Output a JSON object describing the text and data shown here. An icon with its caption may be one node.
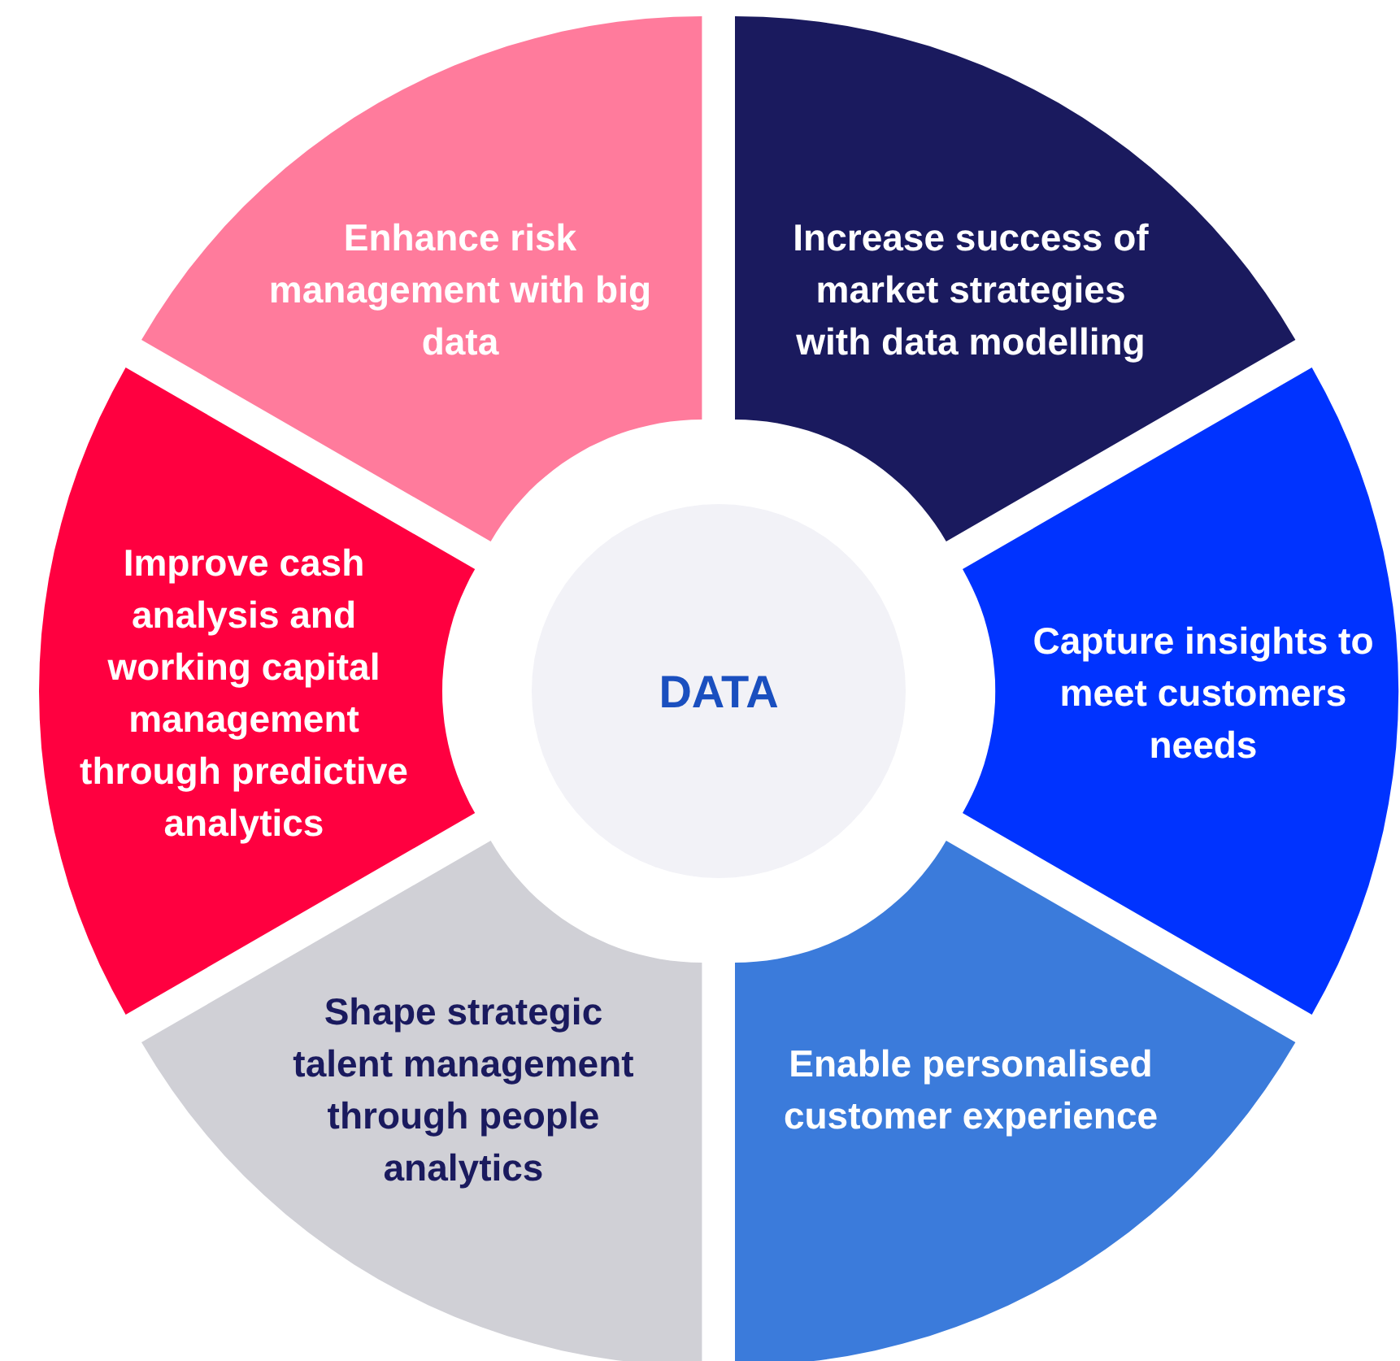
{
  "diagram": {
    "nodes": [
      {
        "text": [
          "Enhance risk management with big data"
        ]
      },
      {
        "text": [
          "Increase success of market strategies with data modelling"
        ]
      },
      {
        "text": [
          "Improve cash analysis and working capital management through predictive analytics"
        ]
      },
      {
        "text": [
          "DATA"
        ]
      },
      {
        "text": [
          "Capture insights to meet customers needs"
        ]
      },
      {
        "text": [
          "Shape strategic talent management through people analytics"
        ]
      },
      {
        "text": [
          "Enable personalised customer experience"
        ]
      }
    ]
  }
}
